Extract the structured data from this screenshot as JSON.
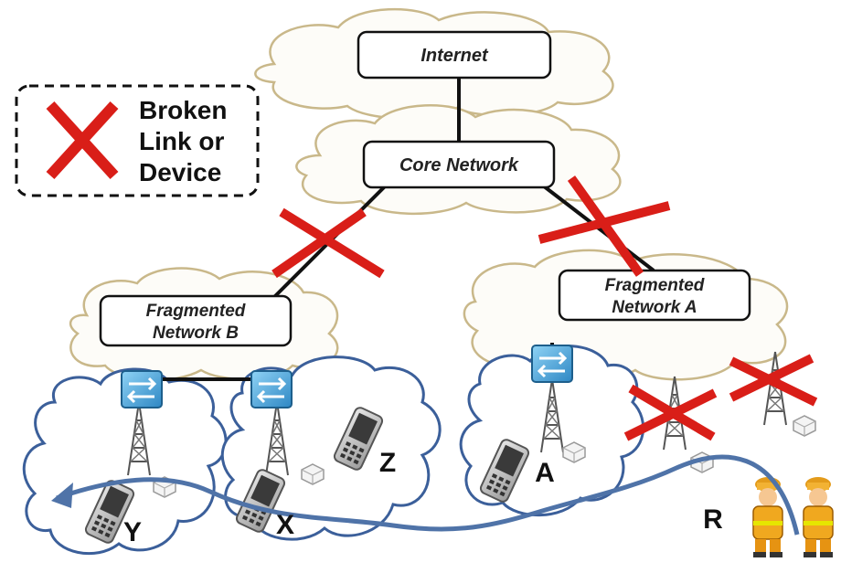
{
  "legend": {
    "line1": "Broken",
    "line2": "Link or",
    "line3": "Device"
  },
  "boxes": {
    "internet": "Internet",
    "core": "Core Network",
    "netB_line1": "Fragmented",
    "netB_line2": "Network B",
    "netA_line1": "Fragmented",
    "netA_line2": "Network A"
  },
  "nodes": {
    "y": "Y",
    "x": "X",
    "z": "Z",
    "a": "A",
    "r": "R"
  },
  "colors": {
    "cross": "#d91e18",
    "cloud_tan": "#c9b88a",
    "cloud_blue": "#3b5f9a",
    "path": "#4f73a8",
    "switch": "#4aa6d6"
  }
}
